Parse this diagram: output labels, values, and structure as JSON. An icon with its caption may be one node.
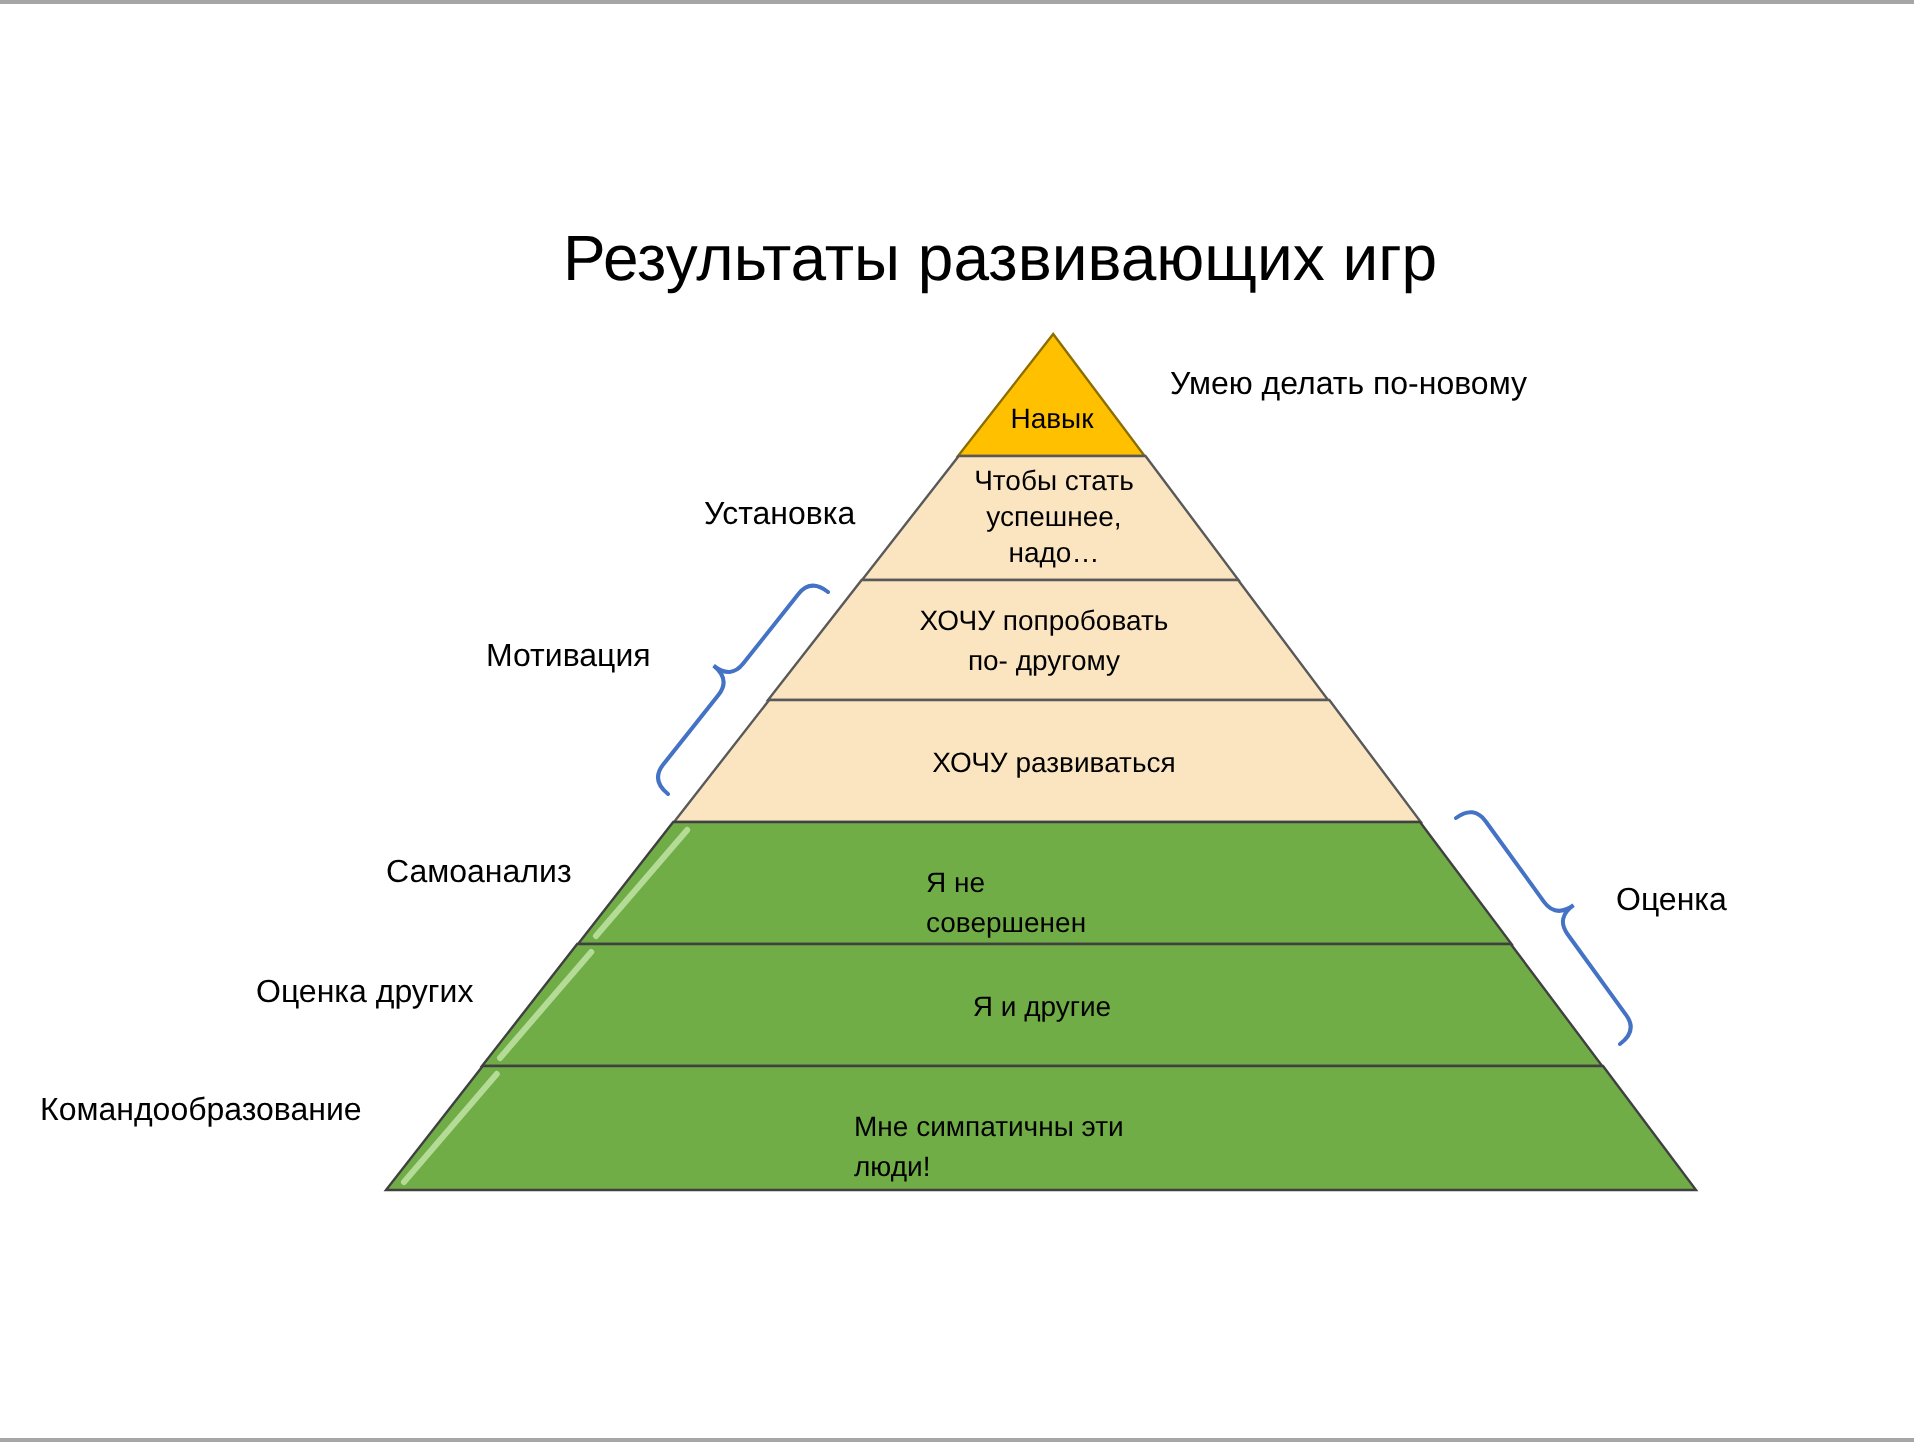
{
  "diagram": {
    "title": "Результаты развивающих игр",
    "nodes": [
      {
        "text": [
          "Навык"
        ],
        "beside": [
          "Умею делать по-новому"
        ]
      },
      {
        "text": [
          "Чтобы стать успешнее, надо…"
        ],
        "beside": [
          "Установка"
        ]
      },
      {
        "text": [
          "ХОЧУ попробовать по- другому"
        ]
      },
      {
        "text": [
          "ХОЧУ развиваться"
        ]
      },
      {
        "text": [
          "Я не совершенен"
        ],
        "beside": [
          "Самоанализ"
        ]
      },
      {
        "text": [
          "Я и другие"
        ],
        "beside": [
          "Оценка других"
        ]
      },
      {
        "text": [
          "Мне симпатичны эти люди!"
        ],
        "beside": [
          "Командообразование"
        ]
      }
    ],
    "labels": [
      "Мотивация",
      "Оценка"
    ]
  }
}
